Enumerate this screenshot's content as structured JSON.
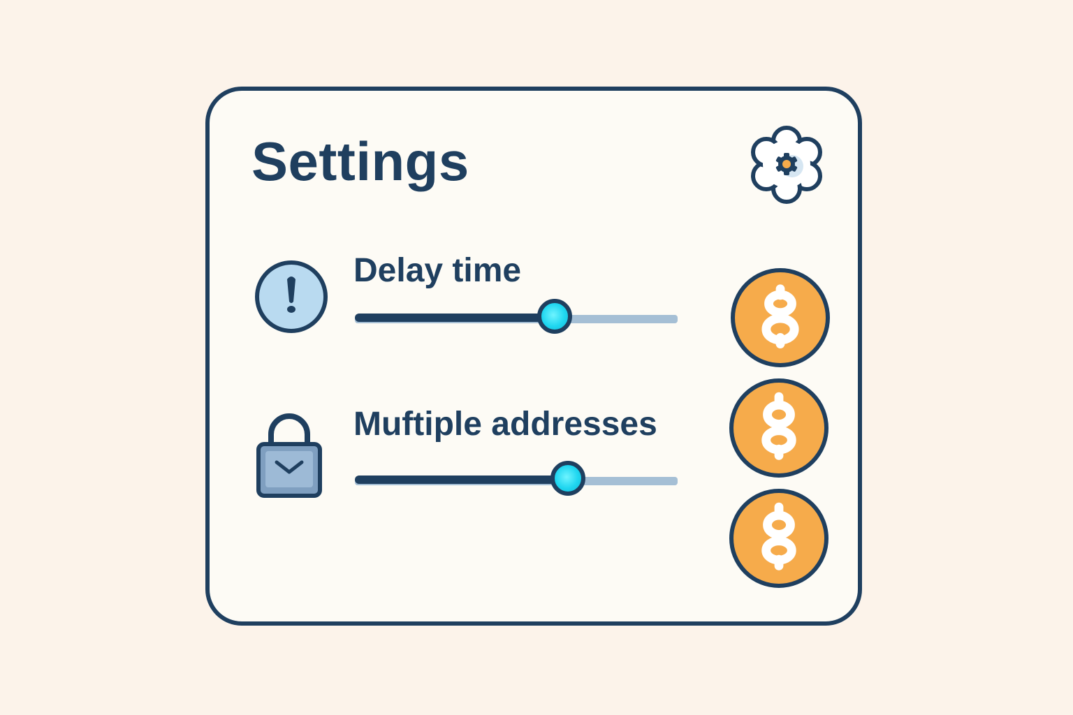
{
  "panel": {
    "title": "Settings",
    "settings_button_icon": "gear-icon"
  },
  "settings": [
    {
      "label": "Delay time",
      "icon": "exclamation-circle-icon",
      "slider_value_percent": 62
    },
    {
      "label": "Muftiple addresses",
      "icon": "padlock-icon",
      "slider_value_percent": 66
    }
  ],
  "coins": {
    "icon": "dollar-coin-icon",
    "count": 3
  },
  "colors": {
    "background": "#fcf3ea",
    "panel": "#fdfbf5",
    "primary": "#1f3f5f",
    "track": "#a5bfd5",
    "thumb": "#1fd6f0",
    "coin": "#f6ab4b",
    "info_icon_fill": "#b9daf0",
    "lock_fill": "#7f9fc0"
  }
}
